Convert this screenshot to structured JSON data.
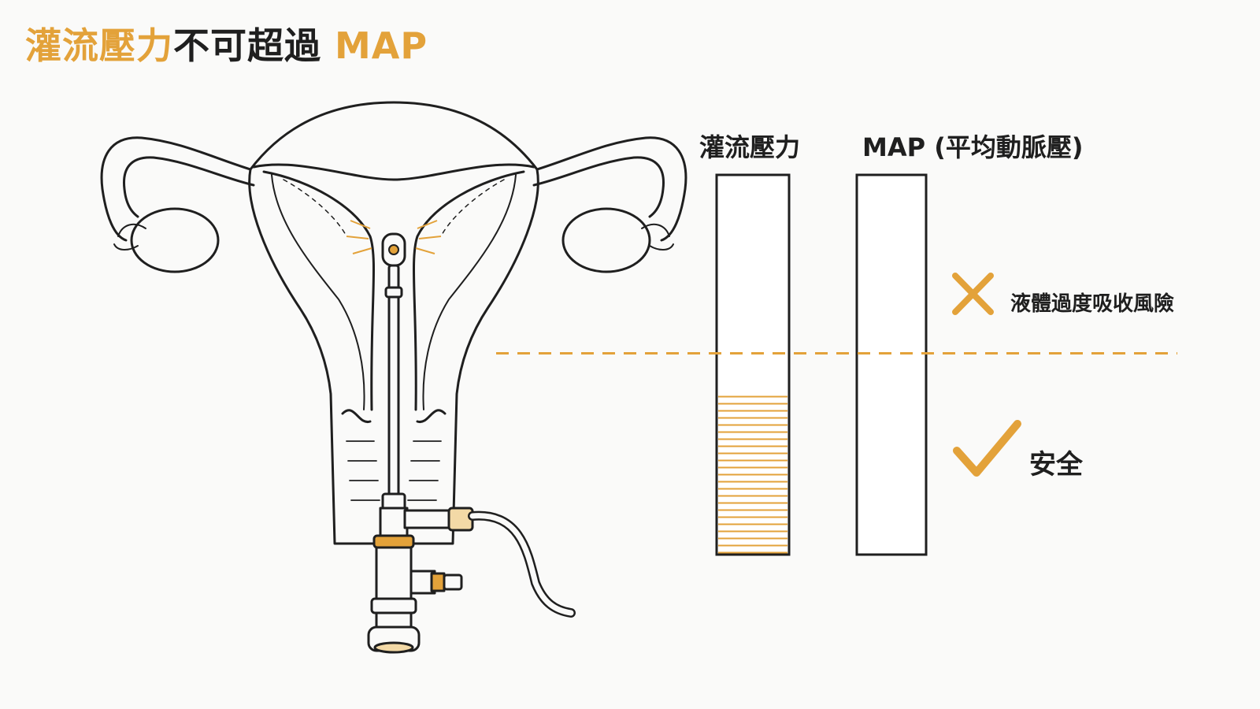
{
  "title": {
    "part_accent_1": "灌流壓力",
    "part_dark": "不可超過 ",
    "part_accent_2": "MAP"
  },
  "labels": {
    "perfusion": "灌流壓力",
    "map": "MAP (平均動脈壓)"
  },
  "notes": {
    "risk": "液體過度吸收風險",
    "safe": "安全"
  },
  "level": {
    "perfusion_fill_fraction": 0.42,
    "map_threshold_fraction": 0.53
  },
  "colors": {
    "accent": "#e3a23a",
    "ink": "#1f1f1f",
    "background": "#fafaf9"
  },
  "icons": {
    "risk": "cross-icon",
    "safe": "check-icon"
  }
}
